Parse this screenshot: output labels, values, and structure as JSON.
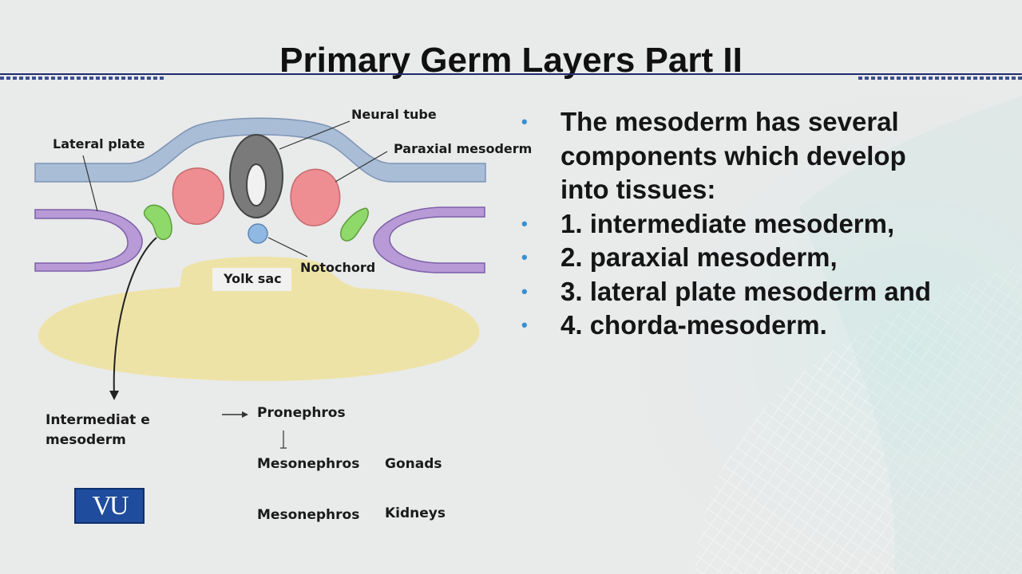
{
  "slide": {
    "title": "Primary Germ Layers Part II"
  },
  "diagram": {
    "labels": {
      "lateral_plate": "Lateral plate",
      "neural_tube": "Neural tube",
      "paraxial_mesoderm": "Paraxial mesoderm",
      "notochord": "Notochord",
      "yolk_sac": "Yolk sac",
      "intermediate_mesoderm_line1": "Intermediat e",
      "intermediate_mesoderm_line2": "mesoderm"
    },
    "flow": {
      "pronephros": "Pronephros",
      "mesonephros_1": "Mesonephros",
      "gonads": "Gonads",
      "mesonephros_2": "Mesonephros",
      "kidneys": "Kidneys"
    },
    "colors": {
      "ectoderm": "#a9bdd6",
      "neural_tube": "#7a7a7a",
      "paraxial": "#ef8e92",
      "intermediate": "#8fd86a",
      "lateral_plate": "#b79ad6",
      "notochord": "#8fb8e3",
      "yolk": "#eee3a7"
    }
  },
  "bullets": [
    "The mesoderm has several",
    "components which develop",
    "into tissues:",
    "1. intermediate mesoderm,",
    "2. paraxial mesoderm,",
    "3. lateral plate mesoderm and",
    "4. chorda-mesoderm."
  ],
  "logo": {
    "text": "VU"
  }
}
